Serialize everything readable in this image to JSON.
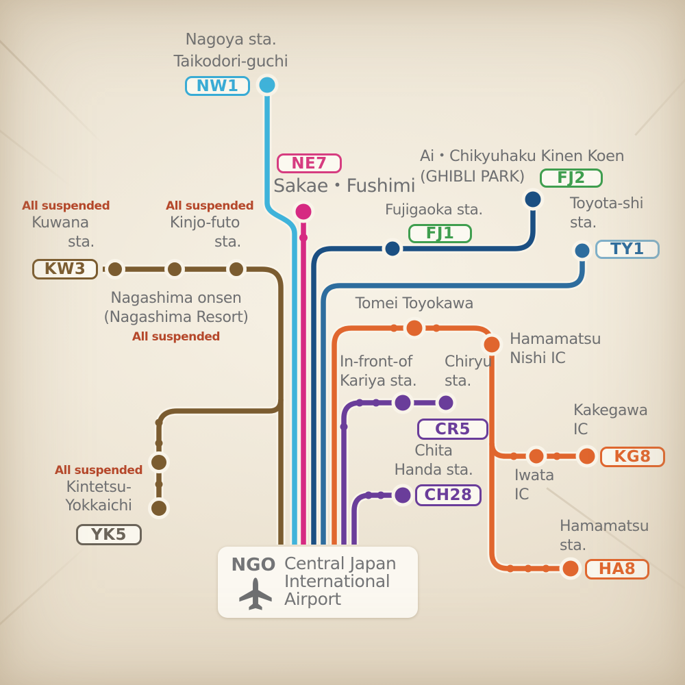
{
  "colors": {
    "background": "#ece3d2",
    "casing": "#f9f4e9",
    "label_text": "#6e6f71",
    "suspended_text": "#b5482b",
    "route_nagoya": "#3fb3da",
    "route_sakae": "#d62a82",
    "route_fujigaoka": "#1b4f82",
    "route_toyota": "#2e6d9e",
    "route_kuwana": "#7b5c30",
    "route_tomei": "#e0662e",
    "route_kariya": "#6a3d9a",
    "route_chita": "#6a3d9a",
    "badge_green": "#3f9e4f"
  },
  "suspended_label": "All suspended",
  "airport": {
    "code": "NGO",
    "name": [
      "Central Japan",
      "International",
      "Airport"
    ]
  },
  "routes": {
    "nagoya": {
      "badge": "NW1",
      "station": [
        "Nagoya sta.",
        "Taikodori-guchi"
      ]
    },
    "sakae": {
      "badge": "NE7",
      "station": "Sakae・Fushimi"
    },
    "fujigaoka_line": {
      "ghibli_badge": "FJ2",
      "ghibli": [
        "Ai・Chikyuhaku Kinen Koen",
        "(GHIBLI PARK)"
      ],
      "fujigaoka_badge": "FJ1",
      "fujigaoka": "Fujigaoka sta."
    },
    "toyota": {
      "badge": "TY1",
      "station": [
        "Toyota-shi",
        "sta."
      ]
    },
    "kuwana_line": {
      "kuwana_badge": "KW3",
      "kuwana": [
        "Kuwana",
        "sta."
      ],
      "kinjo": [
        "Kinjo-futo",
        "sta."
      ],
      "nagashima": [
        "Nagashima onsen",
        "(Nagashima Resort)"
      ],
      "yokkaichi_badge": "YK5",
      "yokkaichi": [
        "Kintetsu-",
        "Yokkaichi"
      ]
    },
    "tomei": {
      "station": "Tomei Toyokawa",
      "nishi": [
        "Hamamatsu",
        "Nishi IC"
      ],
      "kakegawa_badge": "KG8",
      "kakegawa": [
        "Kakegawa",
        "IC"
      ],
      "iwata": [
        "Iwata",
        "IC"
      ],
      "hamamatsu_badge": "HA8",
      "hamamatsu": [
        "Hamamatsu",
        "sta."
      ]
    },
    "kariya": {
      "badge": "CR5",
      "kariya": [
        "In-front-of",
        "Kariya sta."
      ],
      "chiryu": [
        "Chiryu",
        "sta."
      ]
    },
    "chita": {
      "badge": "CH28",
      "station": [
        "Chita",
        "Handa sta."
      ]
    }
  }
}
